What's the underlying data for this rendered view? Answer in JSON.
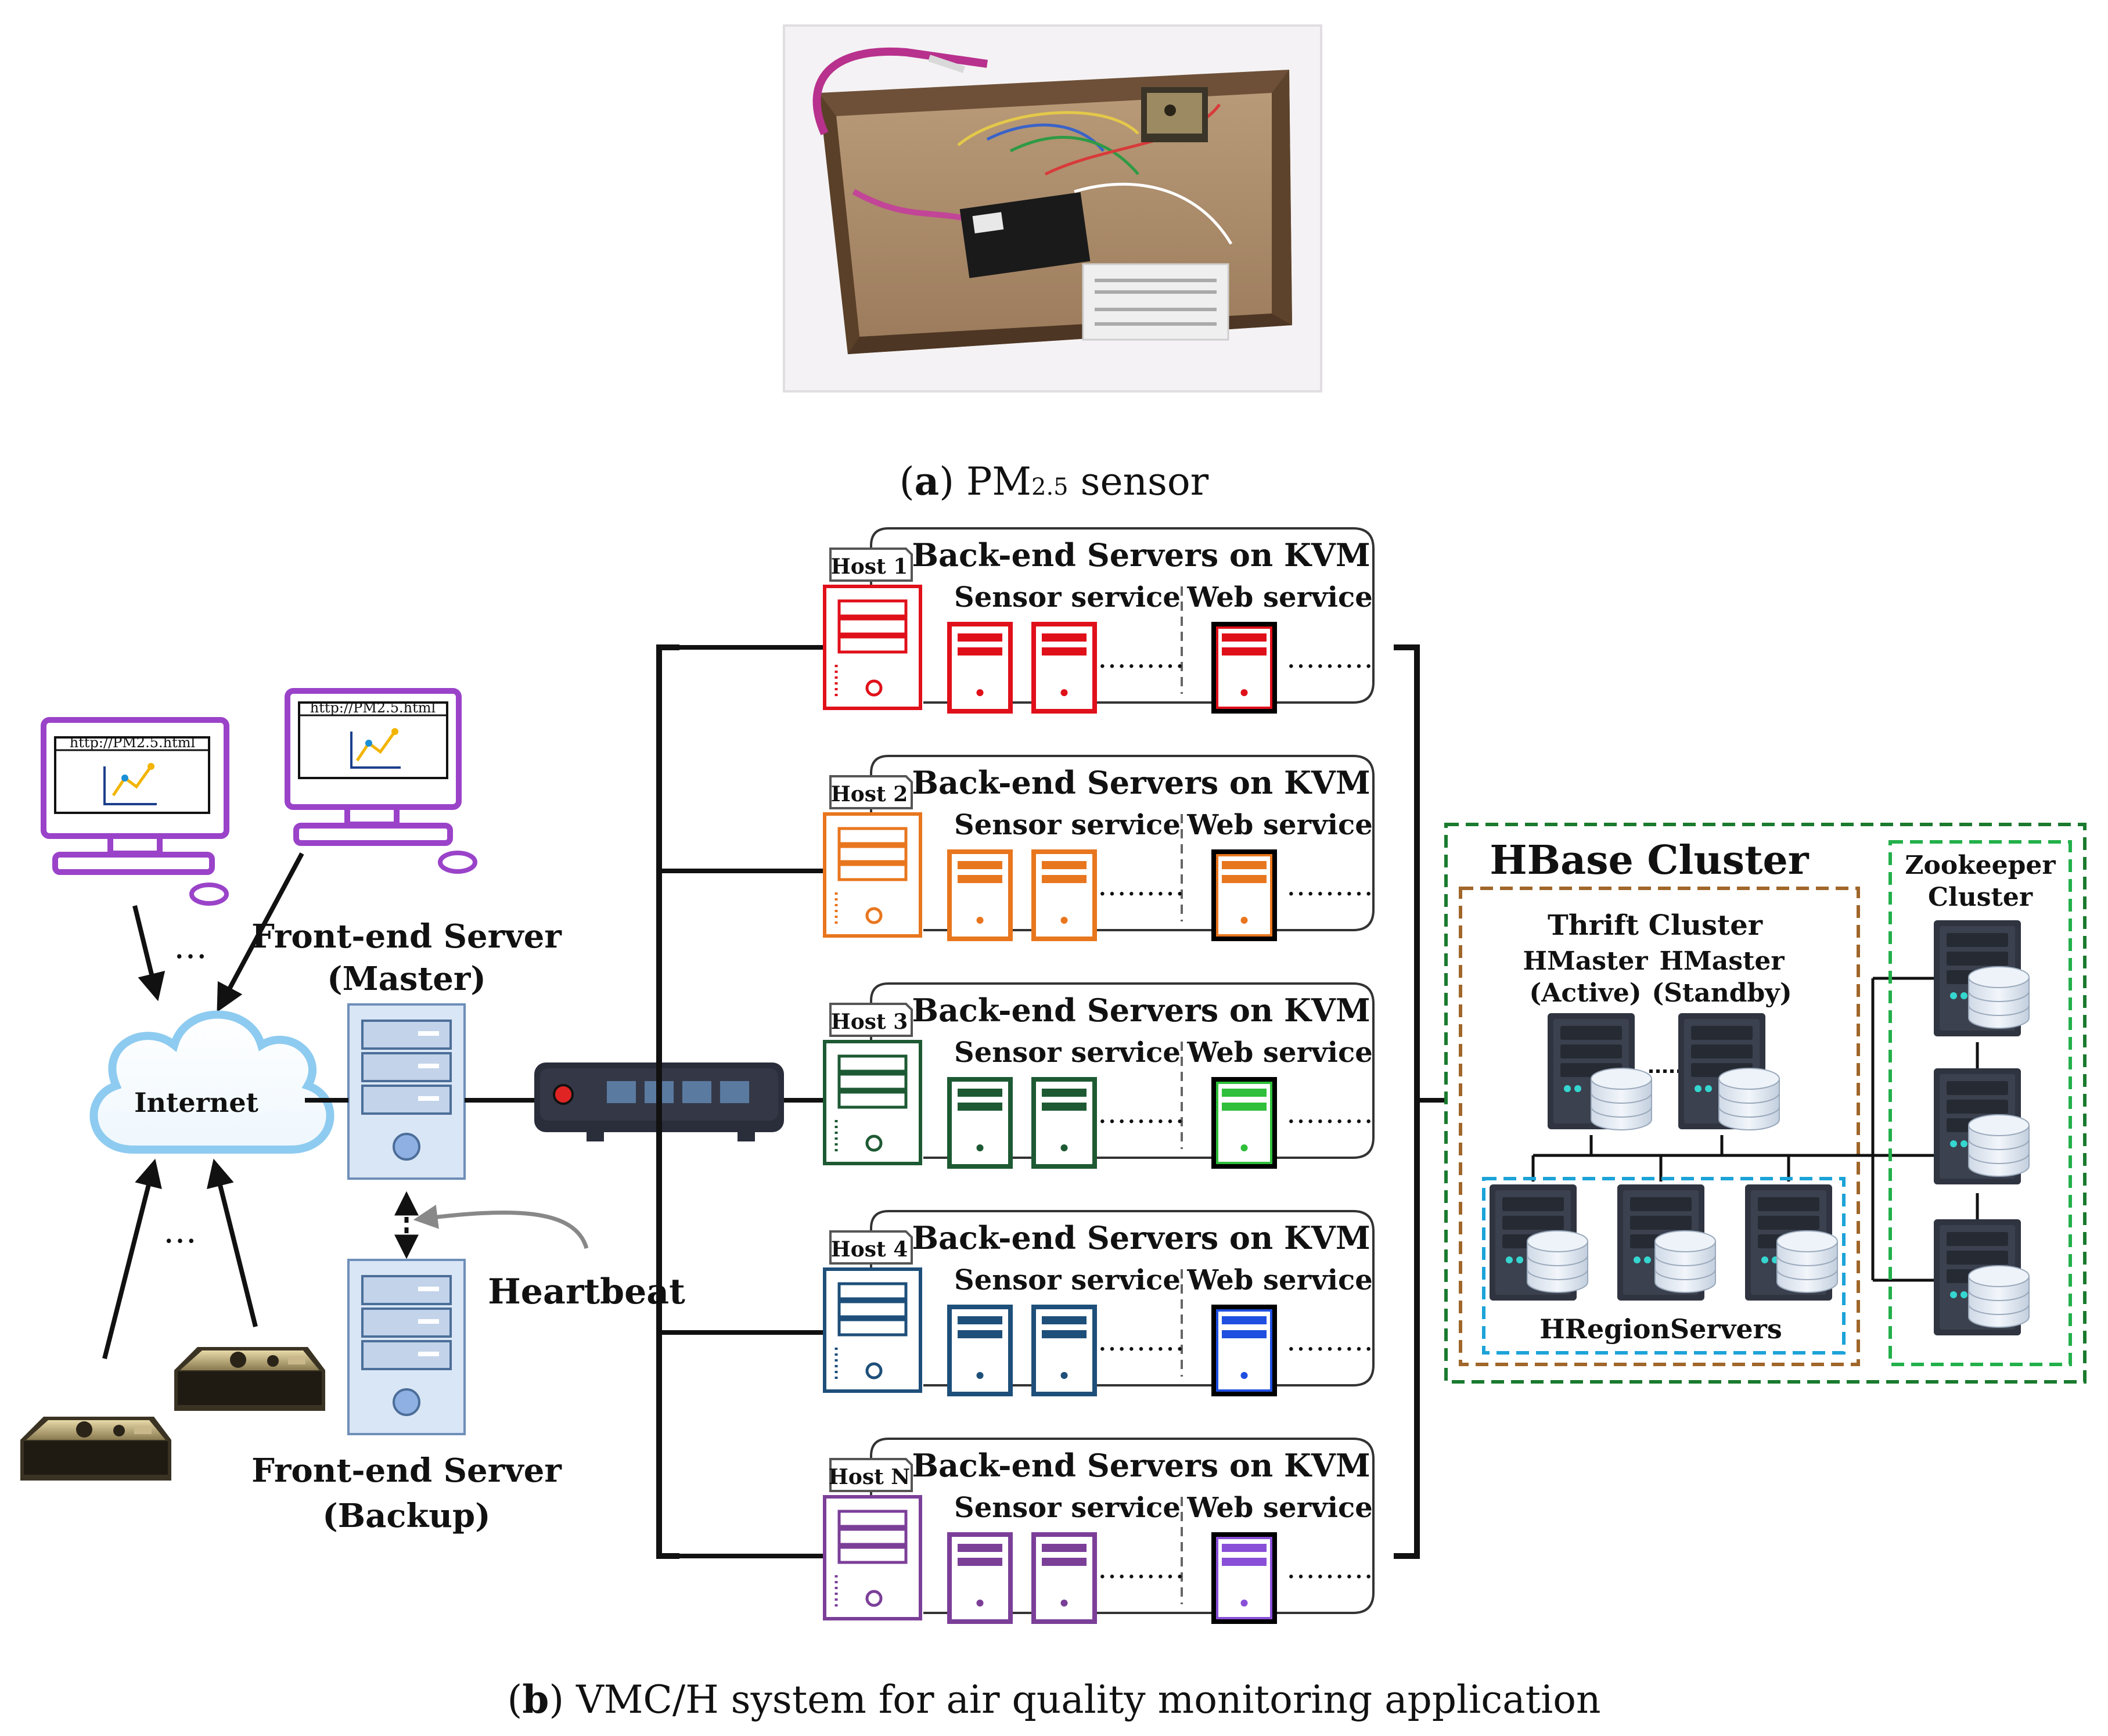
{
  "caption_a": {
    "prefix": "(",
    "letter": "a",
    "suffix": ") ",
    "pm": "PM",
    "pm_sub": "2.5",
    "rest": " sensor"
  },
  "caption_b": {
    "prefix": "(",
    "letter": "b",
    "rest": ") VMC/H system for air quality monitoring application"
  },
  "clients": {
    "url": "http://PM2.5.html",
    "dots": "…"
  },
  "internet": {
    "label": "Internet"
  },
  "front_end": {
    "master_line1": "Front-end Server",
    "master_line2": "(Master)",
    "backup_line1": "Front-end Server",
    "backup_line2": "(Backup)",
    "heartbeat": "Heartbeat"
  },
  "hosts": [
    {
      "tag": "Host 1",
      "title": "Back-end Servers on KVM",
      "sensor_label": "Sensor service",
      "web_label": "Web service",
      "dots": "………",
      "color": "#e0101a",
      "web_border": "#000000"
    },
    {
      "tag": "Host 2",
      "title": "Back-end Servers on KVM",
      "sensor_label": "Sensor service",
      "web_label": "Web service",
      "dots": "………",
      "color": "#e8761e",
      "web_border": "#000000"
    },
    {
      "tag": "Host 3",
      "title": "Back-end Servers on KVM",
      "sensor_label": "Sensor service",
      "web_label": "Web service",
      "dots": "………",
      "color": "#1d7a3a",
      "web_border": "#000000"
    },
    {
      "tag": "Host 4",
      "title": "Back-end Servers on KVM",
      "sensor_label": "Sensor service",
      "web_label": "Web service",
      "dots": "………",
      "color": "#1e4fa0",
      "web_border": "#000000"
    },
    {
      "tag": "Host N",
      "title": "Back-end Servers on KVM",
      "sensor_label": "Sensor service",
      "web_label": "Web service",
      "dots": "………",
      "color": "#7b3f98",
      "web_border": "#000000"
    }
  ],
  "host_host_colors": [
    "#e0101a",
    "#e8761e",
    "#1d5a33",
    "#1e4f7a",
    "#7b3f98"
  ],
  "web_colors": [
    "#e0101a",
    "#e8761e",
    "#2fbf3a",
    "#1f4fe0",
    "#8a4fd8"
  ],
  "hbase": {
    "title": "HBase Cluster",
    "thrift": "Thrift Cluster",
    "hmaster_active_1": "HMaster",
    "hmaster_active_2": "(Active)",
    "hmaster_standby_1": "HMaster",
    "hmaster_standby_2": "(Standby)",
    "region": "HRegionServers",
    "zk_1": "Zookeeper",
    "zk_2": "Cluster"
  },
  "colors": {
    "purple": "#9a43c9",
    "cloud": "#8ecbf0",
    "switch": "#2a2d3a",
    "server_light": "#d9e6f5",
    "green_dash": "#1a7a2e",
    "brown_dash": "#a0662a",
    "cyan_dash": "#1ba3d8",
    "zk_dash": "#22b04a"
  }
}
